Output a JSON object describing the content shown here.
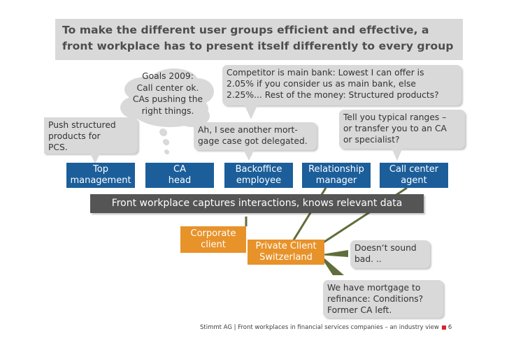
{
  "title": {
    "line1": "To make the different user groups efficient and effective, a",
    "line2": "front workplace has to present itself differently to every group"
  },
  "thought_cloud": {
    "line1": "Goals 2009:",
    "line2": "Call center ok.",
    "line3": "CAs pushing the",
    "line4": "right things."
  },
  "bubbles": {
    "competitor": {
      "line1": "Competitor is main bank: Lowest I can offer is",
      "line2": "2.05% if you consider us as main bank, else",
      "line3": "2.25%... Rest of the money: Structured products?"
    },
    "push": {
      "line1": "Push structured",
      "line2": "products for",
      "line3": "PCS."
    },
    "mortgage_case": {
      "line1": "Ah, I see another mort-",
      "line2": "gage case got delegated."
    },
    "ranges": {
      "line1": "Tell you typical ranges –",
      "line2": "or transfer you to an CA",
      "line3": "or specialist?"
    },
    "doesnt_sound": {
      "line1": "Doesn‘t sound",
      "line2": "bad. .."
    },
    "refinance": {
      "line1": "We have mortgage to",
      "line2": "refinance: Conditions?",
      "line3": "Former CA left."
    }
  },
  "roles": [
    {
      "line1": "Top",
      "line2": "management"
    },
    {
      "line1": "CA",
      "line2": "head"
    },
    {
      "line1": "Backoffice",
      "line2": "employee"
    },
    {
      "line1": "Relationship",
      "line2": "manager"
    },
    {
      "line1": "Call center",
      "line2": "agent"
    }
  ],
  "capture_bar": "Front workplace captures interactions, knows relevant data",
  "clients": {
    "corporate": {
      "line1": "Corporate",
      "line2": "client"
    },
    "private": {
      "line1": "Private Client",
      "line2": "Switzerland"
    }
  },
  "footer": {
    "text": "Stimmt AG | Front workplaces in financial services companies – an industry view",
    "page": "6"
  },
  "colors": {
    "role_blue": "#1b5e9a",
    "client_orange": "#e8922a",
    "bubble_grey": "#d9d9d9",
    "capture_bar": "#555555",
    "connector_olive": "#5f6e3a",
    "footer_mark_red": "#d6262c"
  }
}
